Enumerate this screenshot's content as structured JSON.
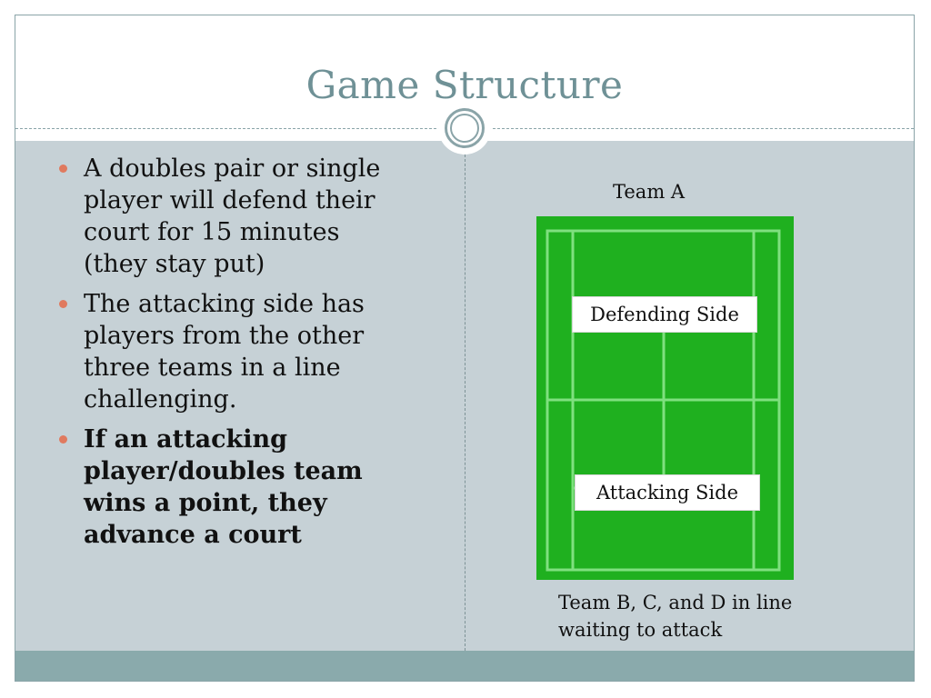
{
  "slide": {
    "title": "Game Structure",
    "bullets": [
      {
        "text": "A doubles pair or single player will defend their court for 15 minutes (they stay put)",
        "bold": false
      },
      {
        "text": "The attacking side has players from the other three teams in a line challenging.",
        "bold": false
      },
      {
        "text": "If an attacking player/doubles team wins a point, they advance a court",
        "bold": true
      }
    ],
    "diagram": {
      "team_top": "Team A",
      "defending_label": "Defending Side",
      "attacking_label": "Attacking Side",
      "team_bottom": "Team B, C, and D in line waiting to attack"
    }
  },
  "colors": {
    "title": "#6f9196",
    "content_bg": "#c6d1d6",
    "footer": "#8aaaac",
    "bullet_dot": "#e07a5f",
    "court_green": "#1fb01f"
  }
}
